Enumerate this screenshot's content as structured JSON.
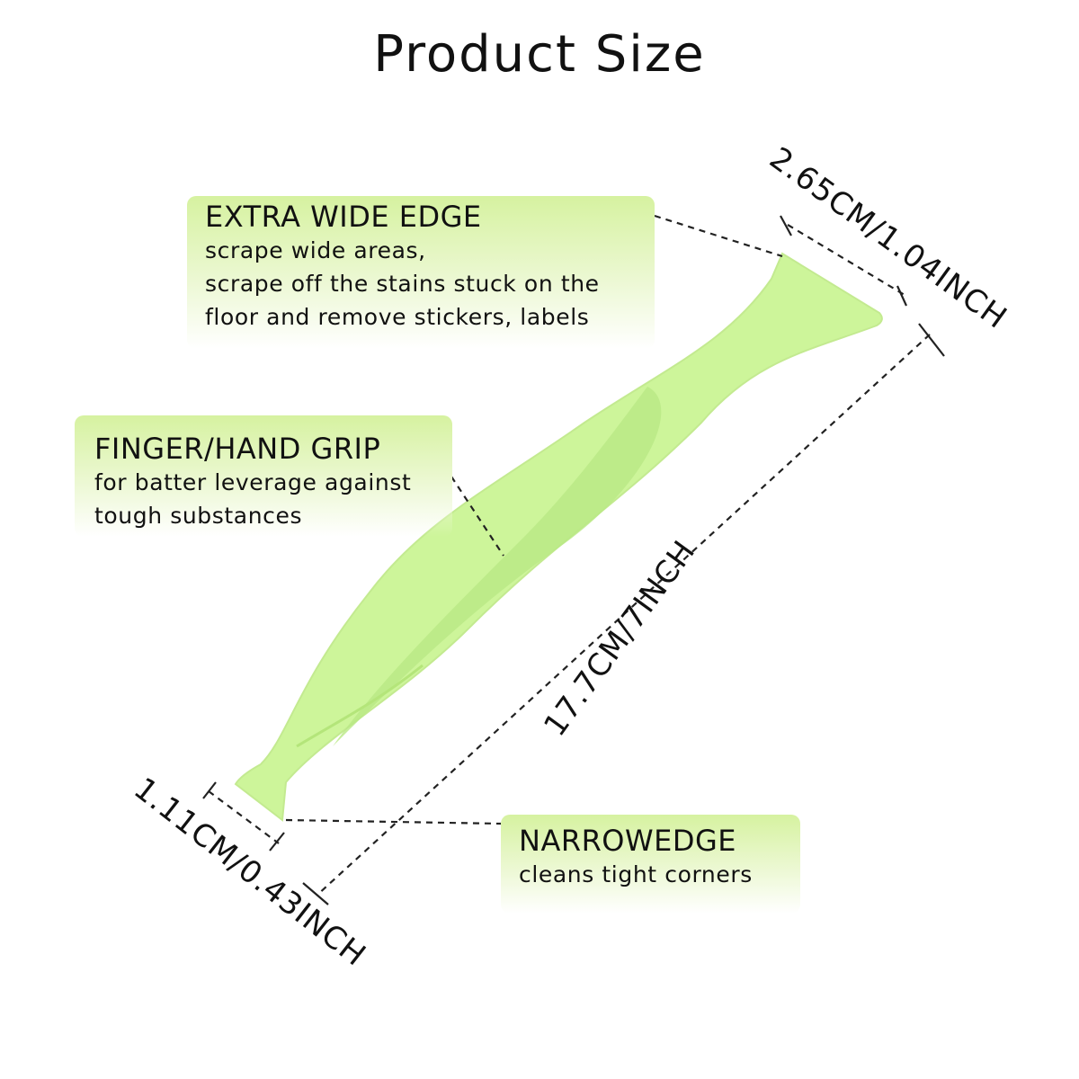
{
  "title": "Product Size",
  "callouts": {
    "wide_edge": {
      "heading": "EXTRA WIDE EDGE",
      "lines": [
        "scrape wide areas,",
        "scrape off the stains stuck on the",
        "floor and remove stickers, labels"
      ]
    },
    "grip": {
      "heading": "FINGER/HAND GRIP",
      "lines": [
        "for batter leverage against",
        "tough substances"
      ]
    },
    "narrow_edge": {
      "heading": "NARROWEDGE",
      "lines": [
        "cleans tight corners"
      ]
    }
  },
  "dimensions": {
    "wide_width": "2.65CM/1.04INCH",
    "length": "17.7CM/7INCH",
    "narrow_width": "1.11CM/0.43INCH"
  },
  "colors": {
    "product": "#cdf59a",
    "product_shade": "#b4e57a",
    "callout_bg": "#d6f2a0"
  }
}
